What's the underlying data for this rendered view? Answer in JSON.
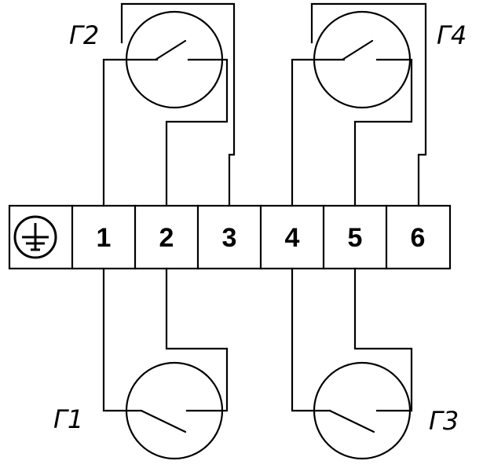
{
  "terminal_block": {
    "ground_symbol": "ground-icon",
    "terminals": [
      "1",
      "2",
      "3",
      "4",
      "5",
      "6"
    ]
  },
  "switches": {
    "g1": "Г1",
    "g2": "Г2",
    "g3": "Г3",
    "g4": "Г4"
  }
}
